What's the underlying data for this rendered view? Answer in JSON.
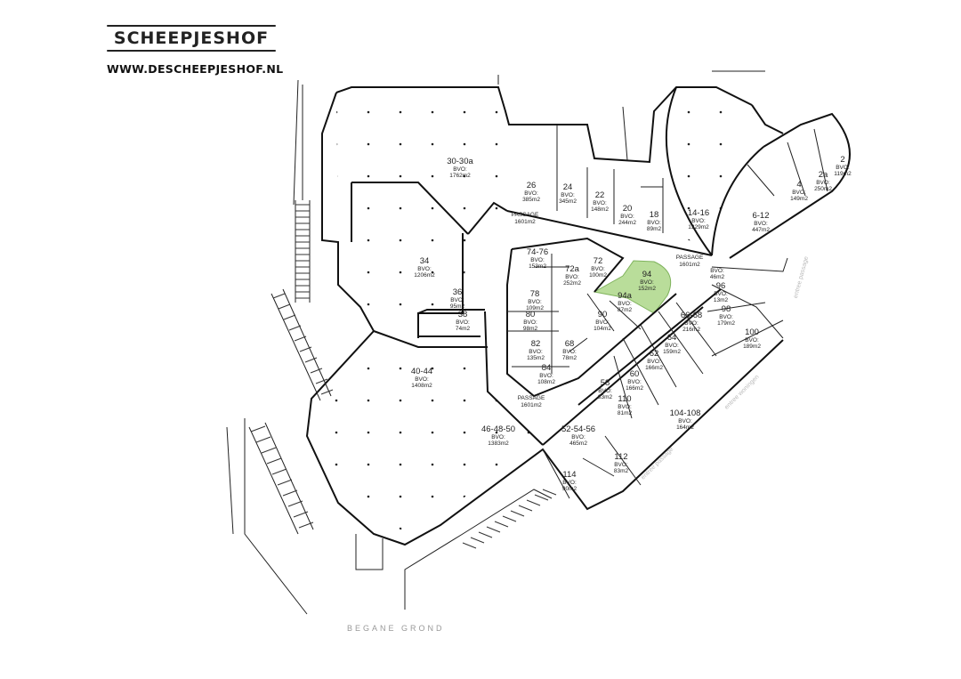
{
  "header": {
    "logo_text": "SCHEEPJESHOF",
    "url": "WWW.DESCHEEPJESHOF.NL"
  },
  "floor_label": "BEGANE GROND",
  "bvo_label": "BVO:",
  "highlight_color": "#b9dd9a",
  "units": [
    {
      "number": "30-30a",
      "area": "1762m2"
    },
    {
      "number": "26",
      "area": "385m2"
    },
    {
      "number": "24",
      "area": "345m2"
    },
    {
      "number": "22",
      "area": "148m2"
    },
    {
      "number": "20",
      "area": "244m2"
    },
    {
      "number": "18",
      "area": "89m2"
    },
    {
      "number": "14-16",
      "area": "1329m2"
    },
    {
      "number": "6-12",
      "area": "447m2"
    },
    {
      "number": "4",
      "area": "149m2"
    },
    {
      "number": "2a",
      "area": "250m2"
    },
    {
      "number": "2",
      "area": "119m2"
    },
    {
      "number": "74-76",
      "area": "153m2"
    },
    {
      "number": "72a",
      "area": "252m2"
    },
    {
      "number": "72",
      "area": "100m2"
    },
    {
      "number": "94",
      "area": "152m2",
      "highlighted": true
    },
    {
      "number": "94a",
      "area": "87m2"
    },
    {
      "number": "78",
      "area": "109m2"
    },
    {
      "number": "80",
      "area": "98m2"
    },
    {
      "number": "82",
      "area": "135m2"
    },
    {
      "number": "68",
      "area": "78m2"
    },
    {
      "number": "84",
      "area": "108m2"
    },
    {
      "number": "90",
      "area": "104m2"
    },
    {
      "number": "34",
      "area": "1206m2"
    },
    {
      "number": "36",
      "area": "95m2"
    },
    {
      "number": "38",
      "area": "74m2"
    },
    {
      "number": "40-44",
      "area": "1408m2"
    },
    {
      "number": "46-48-50",
      "area": "1383m2"
    },
    {
      "number": "52-54-56",
      "area": "465m2"
    },
    {
      "number": "58",
      "area": "83m2"
    },
    {
      "number": "60",
      "area": "166m2"
    },
    {
      "number": "62",
      "area": "166m2"
    },
    {
      "number": "64",
      "area": "159m2"
    },
    {
      "number": "66-68",
      "area": "216m2"
    },
    {
      "number": "110",
      "area": "81m2"
    },
    {
      "number": "104-108",
      "area": "164m2"
    },
    {
      "number": "112",
      "area": "83m2"
    },
    {
      "number": "114",
      "area": "90m2"
    },
    {
      "number": "",
      "area": "46m2"
    },
    {
      "number": "96",
      "area": "13m2"
    },
    {
      "number": "98",
      "area": "179m2"
    },
    {
      "number": "100",
      "area": "189m2"
    }
  ],
  "passages": [
    {
      "label": "PASSAGE",
      "area": "1601m2"
    },
    {
      "label": "PASSAGE",
      "area": "1601m2"
    },
    {
      "label": "PASSAGE",
      "area": "1601m2"
    }
  ],
  "entrances": [
    {
      "label": "entree passage"
    },
    {
      "label": "entree woningen"
    },
    {
      "label": "entree passage"
    }
  ]
}
